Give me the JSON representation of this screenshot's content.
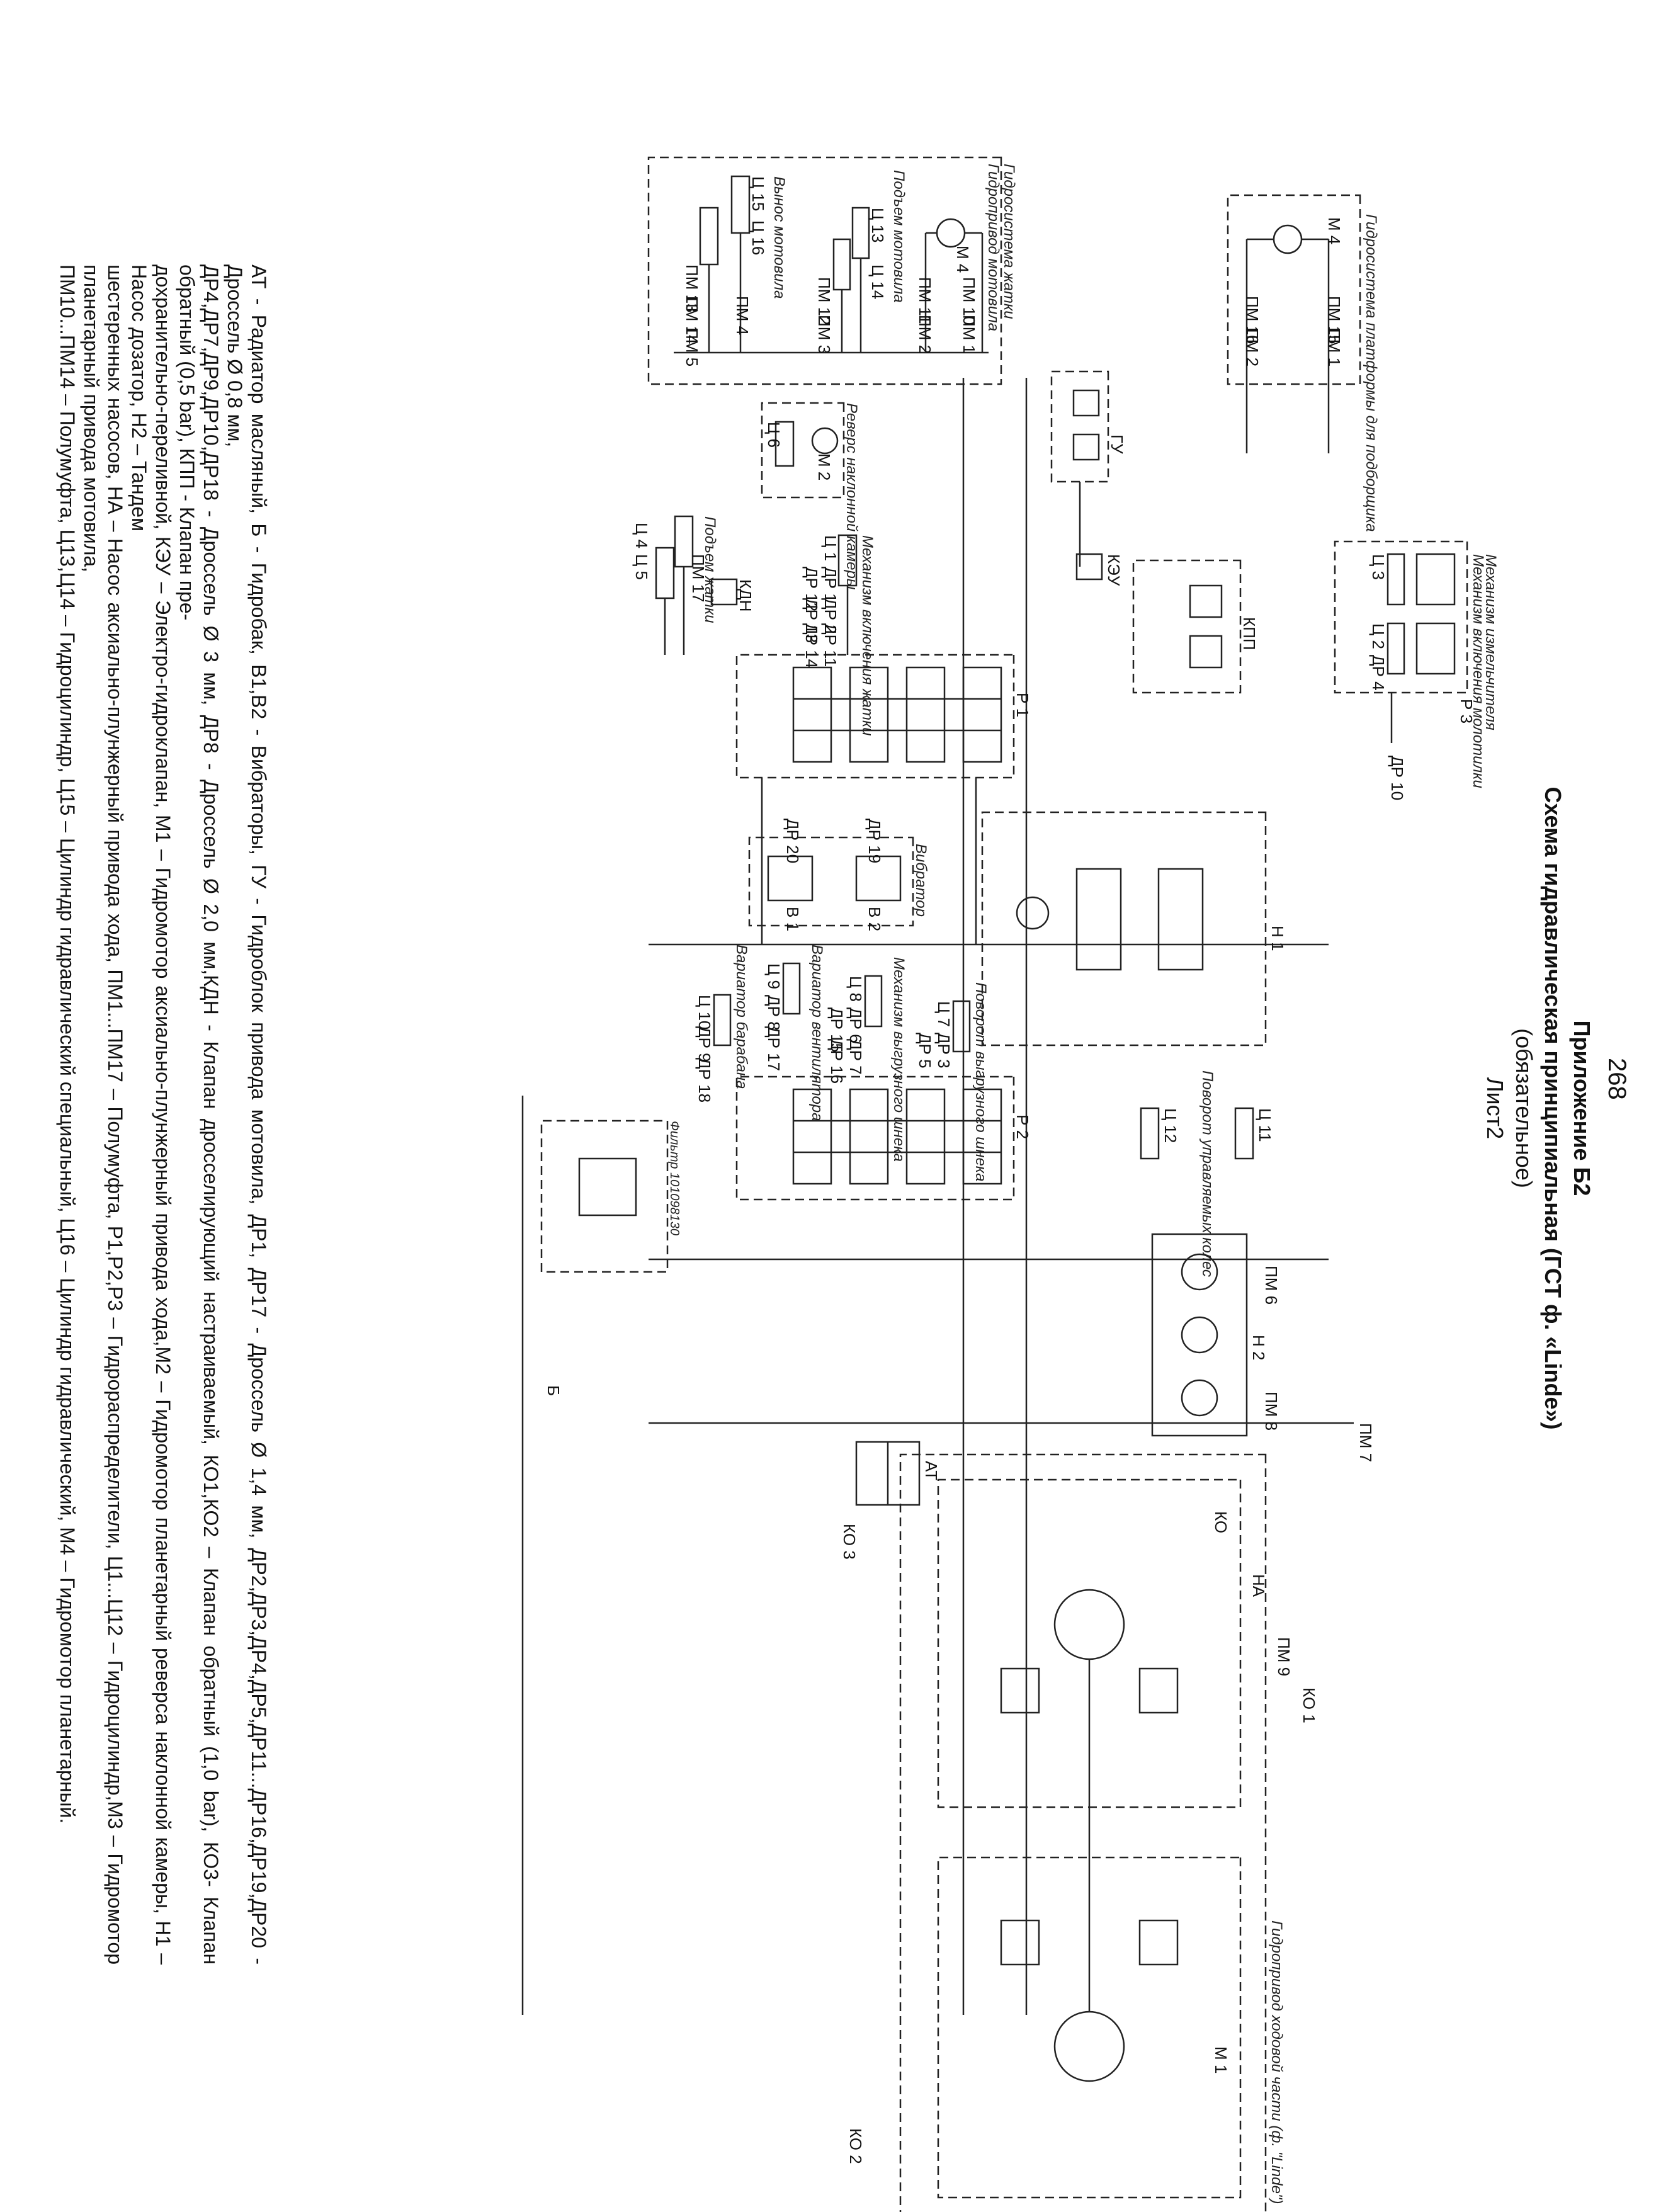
{
  "page_number": "268",
  "heading": {
    "appendix": "Приложение Б2",
    "title": "Схема гидравлическая принципиальная (ГСТ ф. «Linde»)",
    "status": "(обязательное)",
    "sheet": "Лист2"
  },
  "blocks": {
    "platform_hydraulics": "Гидросистема платформы для подборщика",
    "reel_hydraulics": "Гидросистема жатки",
    "reel_drive": "Гидропривод мотовила",
    "reel_lift": "Подъем мотовила",
    "reel_extension": "Вынос мотовила",
    "chamber_reverse": "Реверс наклонной камеры",
    "header_lift": "Подъем жатки",
    "header_clutch": "Механизм включения жатки",
    "thresher_clutch": "Механизм включения молотилки",
    "chopper_clutch": "Механизм измельчителя",
    "vibrator": "Вибратор",
    "unloader_swing": "Поворот выгрузного шнека",
    "unloader_clutch": "Механизм выгрузного шнека",
    "fan_variator": "Вариатор вентилятора",
    "drum_variator": "Вариатор барабана",
    "wheel_steering": "Поворот управляемых колес",
    "filter": "Фильтр 101098130",
    "drive_linde": "Гидропривод ходовой части (ф. \"Linde\")"
  },
  "labels": {
    "M4a": "М 4",
    "PM15": "ПМ 15",
    "PM1a": "ПМ 1",
    "PM16": "ПМ 16",
    "PM2a": "ПМ 2",
    "M4b": "М 4",
    "PM10": "ПМ 10",
    "PM1b": "ПМ 1",
    "PM11": "ПМ 11",
    "PM2b": "ПМ 2",
    "C13": "Ц 13",
    "C14": "Ц 14",
    "PM12": "ПМ 12",
    "PM3": "ПМ 3",
    "C15": "Ц 15",
    "C16": "Ц 16",
    "PM13": "ПМ 13",
    "PM14": "ПМ 14",
    "PM4": "ПМ 4",
    "PM5": "ПМ 5",
    "GU": "ГУ",
    "M2": "М 2",
    "C6": "Ц 6",
    "C4": "Ц 4",
    "C5": "Ц 5",
    "KDN": "КДН",
    "PM17": "ПМ 17",
    "C1": "Ц 1",
    "DR1": "ДР 1",
    "DR2": "ДР 2",
    "DR13": "ДР 13",
    "DR12": "ДР 12",
    "DR11": "ДР 11",
    "DR14": "ДР 14",
    "P1": "Р 1",
    "P2": "Р 2",
    "P3": "Р 3",
    "KEU": "КЭУ",
    "C3": "Ц 3",
    "C2": "Ц 2",
    "DR4": "ДР 4",
    "KPP": "КПП",
    "DR10": "ДР 10",
    "DR19": "ДР 19",
    "DR20": "ДР 20",
    "B2": "В 2",
    "B1": "В 1",
    "C7": "Ц 7",
    "C8": "Ц 8",
    "DR3": "ДР 3",
    "DR5": "ДР 5",
    "DR6": "ДР 6",
    "DR7": "ДР 7",
    "DR15": "ДР 15",
    "DR16": "ДР 16",
    "C9": "Ц 9",
    "DR8": "ДР 8",
    "DR17": "ДР 17",
    "C10": "Ц 10",
    "DR9": "ДР 9",
    "DR18": "ДР 18",
    "H1": "Н 1",
    "C11": "Ц 11",
    "C12": "Ц 12",
    "PM6": "ПМ 6",
    "PM7": "ПМ 7",
    "PM8": "ПМ 8",
    "H2": "Н 2",
    "B": "Б",
    "AT": "АТ",
    "KO3": "КО 3",
    "KO": "КО",
    "NA": "НА",
    "PM9": "ПМ 9",
    "KO1": "КО 1",
    "M1": "М 1",
    "KO2": "КО 2"
  },
  "legend": [
    "АТ - Радиатор масляный, Б - Гидробак, В1,В2 - Вибраторы, ГУ - Гидроблок привода мотовила, ДР1, ДР17 - Дроссель Ø 1,4 мм, ДР2,ДР3,ДР4,ДР5,ДР11...ДР16,ДР19,ДР20 - Дроссель Ø 0,8 мм,",
    "ДР4,ДР7,ДР9,ДР10,ДР18 - Дроссель Ø 3 мм, ДР8 - Дроссель Ø 2,0 мм,КДН - Клапан дросселирующий настраиваемый, КО1,КО2 – Клапан обратный (1,0 bar), КО3- Клапан обратный (0,5 bar), КПП - Клапан пре-",
    "дохранительно-переливной, КЭУ – Электро-гидроклапан, М1 – Гидромотор аксиально-плунжерный привода хода,М2 – Гидромотор планетарный реверса наклонной камеры, Н1 – Насос дозатор, Н2 – Тандем",
    "шестеренных насосов, НА – Насос аксиально-плунжерный привода хода, ПМ1...ПМ17 – Полумуфта, Р1,Р2,Р3 – Гидрораспределители, Ц1...Ц12 – Гидроцилиндр,М3 – Гидромотор планетарный привода мотовила,",
    "ПМ10...ПМ14 – Полумуфта, Ц13,Ц14 – Гидроцилиндр, Ц15 – Цилиндр гидравлический специальный, Ц16 – Цилиндр гидравлический, М4 – Гидромотор планетарный."
  ]
}
